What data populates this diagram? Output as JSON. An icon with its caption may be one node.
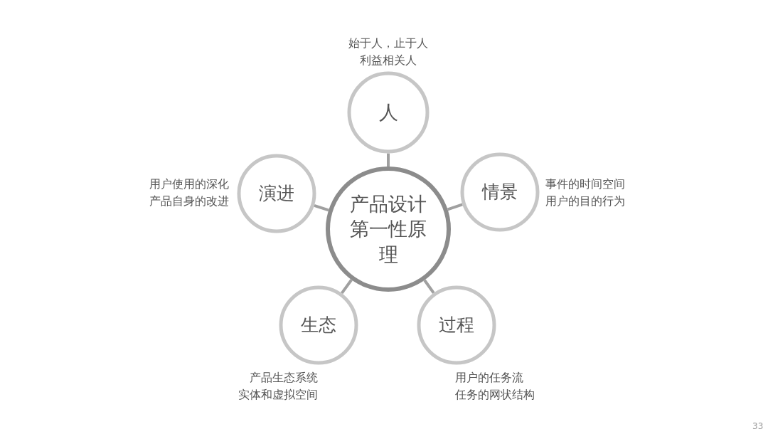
{
  "diagram": {
    "nodes": [
      {
        "text": [
          "产品设计第一性原理"
        ]
      },
      {
        "text": [
          "人"
        ],
        "beside": [
          "始于人，止于人",
          "利益相关人"
        ]
      },
      {
        "text": [
          "情景"
        ],
        "beside": [
          "事件的时间空间",
          "用户的目的行为"
        ]
      },
      {
        "text": [
          "过程"
        ],
        "beside": [
          "用户的任务流",
          "任务的网状结构"
        ]
      },
      {
        "text": [
          "生态"
        ],
        "beside": [
          "产品生态系统",
          "实体和虚拟空间"
        ]
      },
      {
        "text": [
          "演进"
        ],
        "beside": [
          "用户使用的深化",
          "产品自身的改进"
        ]
      }
    ],
    "edges": [
      {
        "from": 0,
        "to": 1,
        "arrow": "none"
      },
      {
        "from": 0,
        "to": 2,
        "arrow": "none"
      },
      {
        "from": 0,
        "to": 3,
        "arrow": "none"
      },
      {
        "from": 0,
        "to": 4,
        "arrow": "none"
      },
      {
        "from": 0,
        "to": 5,
        "arrow": "none"
      }
    ],
    "labels": [
      "33"
    ]
  }
}
